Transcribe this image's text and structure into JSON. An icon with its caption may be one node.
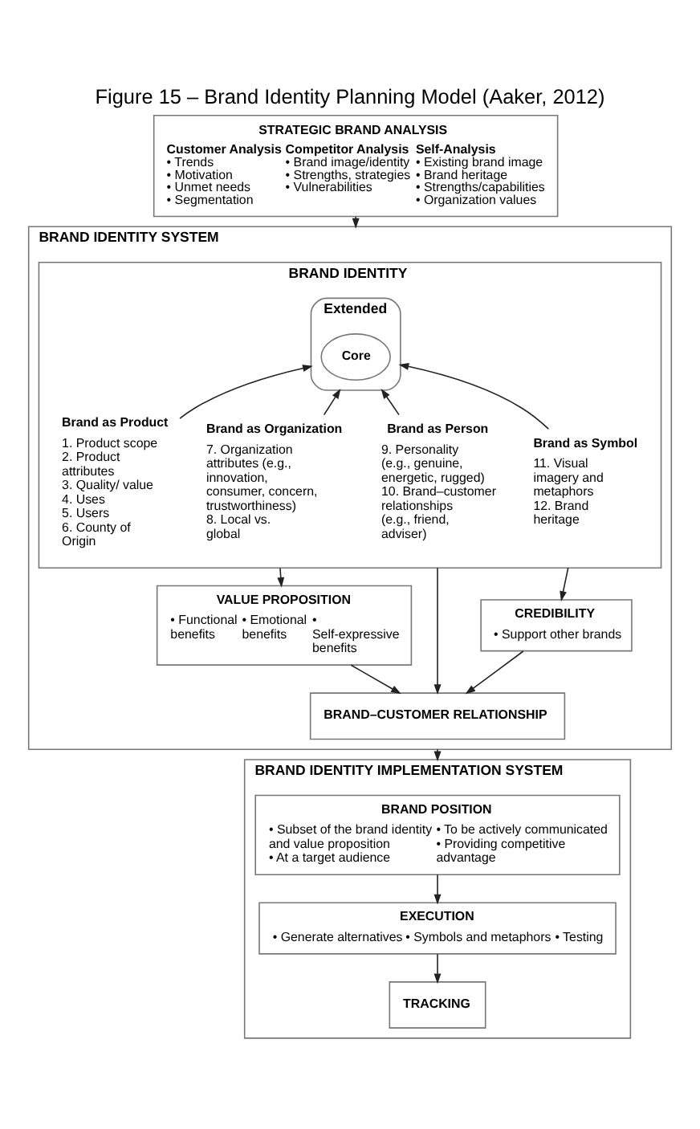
{
  "diagram": {
    "title": "Figure 15 – Brand Identity Planning Model (Aaker, 2012)",
    "nodes": [
      {
        "text": [
          "STRATEGIC BRAND ANALYSIS",
          "Customer Analysis",
          "• Trends",
          "• Motivation",
          "• Unmet needs",
          "• Segmentation",
          "Competitor Analysis",
          "• Brand image/identity",
          "• Strengths, strategies",
          "• Vulnerabilities",
          "Self-Analysis",
          "• Existing brand image",
          "• Brand heritage",
          "• Strengths/capabilities",
          "• Organization values"
        ]
      },
      {
        "text": [
          "BRAND IDENTITY SYSTEM"
        ]
      },
      {
        "text": [
          "BRAND IDENTITY"
        ],
        "in": 1
      },
      {
        "text": [
          "Extended"
        ],
        "in": 2
      },
      {
        "text": [
          "Core"
        ],
        "in": 3
      },
      {
        "text": [
          "Brand as Product",
          "1. Product scope",
          "2. Product attributes",
          "3. Quality/ value",
          "4. Uses",
          "5. Users",
          "6. County of Origin"
        ],
        "in": 2
      },
      {
        "text": [
          "Brand as Organization",
          "7. Organization attributes (e.g., innovation, consumer, concern, trustworthiness)",
          "8. Local vs. global"
        ],
        "in": 2
      },
      {
        "text": [
          "Brand as Person",
          "9. Personality (e.g., genuine, energetic, rugged)",
          "10. Brand–customer relationships (e.g., friend, adviser)"
        ],
        "in": 2
      },
      {
        "text": [
          "Brand as Symbol",
          "11. Visual imagery and metaphors",
          "12. Brand heritage"
        ],
        "in": 2
      },
      {
        "text": [
          "VALUE PROPOSITION",
          "• Functional benefits",
          "• Emotional benefits",
          "• Self-expressive benefits"
        ],
        "in": 1
      },
      {
        "text": [
          "CREDIBILITY",
          "• Support other brands"
        ],
        "in": 1
      },
      {
        "text": [
          "BRAND–CUSTOMER RELATIONSHIP"
        ],
        "in": 1
      },
      {
        "text": [
          "BRAND IDENTITY IMPLEMENTATION SYSTEM"
        ]
      },
      {
        "text": [
          "BRAND POSITION",
          "• Subset of the brand identity and value proposition",
          "• At a target audience",
          "• To be actively communicated",
          "• Providing competitive advantage"
        ],
        "in": 12
      },
      {
        "text": [
          "EXECUTION",
          "• Generate alternatives",
          "• Symbols and metaphors",
          "• Testing"
        ],
        "in": 12
      },
      {
        "text": [
          "TRACKING"
        ],
        "in": 12
      }
    ],
    "edges": [
      {
        "from": 0,
        "to": 1,
        "arrow": "to"
      },
      {
        "from": 5,
        "to": 3,
        "arrow": "to"
      },
      {
        "from": 6,
        "to": 3,
        "arrow": "to"
      },
      {
        "from": 7,
        "to": 3,
        "arrow": "to"
      },
      {
        "from": 8,
        "to": 3,
        "arrow": "to"
      },
      {
        "from": 2,
        "to": 9,
        "arrow": "to"
      },
      {
        "from": 2,
        "to": 11,
        "arrow": "to"
      },
      {
        "from": 2,
        "to": 10,
        "arrow": "to"
      },
      {
        "from": 9,
        "to": 11,
        "arrow": "to"
      },
      {
        "from": 10,
        "to": 11,
        "arrow": "to"
      },
      {
        "from": 1,
        "to": 12,
        "arrow": "to"
      },
      {
        "from": 13,
        "to": 14,
        "arrow": "to"
      },
      {
        "from": 14,
        "to": 15,
        "arrow": "to"
      }
    ]
  }
}
